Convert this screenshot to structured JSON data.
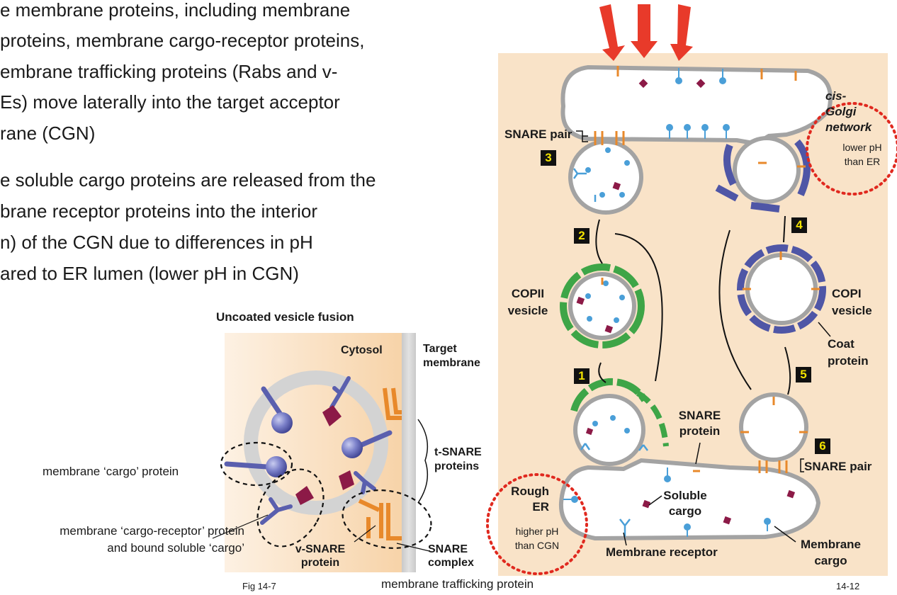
{
  "bullets": {
    "first": [
      "e membrane proteins, including membrane",
      "proteins, membrane cargo-receptor proteins,",
      "embrane trafficking proteins (Rabs and v-",
      "Es) move laterally into the target acceptor",
      "rane (CGN)"
    ],
    "second": [
      "e soluble cargo proteins are released from the",
      "brane receptor proteins into the interior",
      "n) of the CGN due to differences in pH",
      "ared to ER lumen (lower pH in CGN)"
    ]
  },
  "left_figure": {
    "title": "Uncoated vesicle fusion",
    "cytosol": "Cytosol",
    "target_membrane": "Target\nmembrane",
    "t_snare": "t-SNARE\nproteins",
    "v_snare": "v-SNARE\nprotein",
    "snare_complex": "SNARE\ncomplex",
    "cargo_protein": "membrane ‘cargo’ protein",
    "cargo_receptor": "membrane ‘cargo-receptor’ protein\nand bound soluble ‘cargo’",
    "trafficking": "membrane trafficking protein",
    "fig": "Fig 14-7"
  },
  "right_figure": {
    "cis_golgi": "cis-\nGolgi\nnetwork",
    "lower_ph": "lower pH\nthan ER",
    "snare_pair_top": "SNARE pair",
    "copii": "COPII\nvesicle",
    "copi": "COPI\nvesicle",
    "coat_protein": "Coat\nprotein",
    "snare_protein": "SNARE\nprotein",
    "snare_pair_bottom": "SNARE pair",
    "rough_er": "Rough\nER",
    "higher_ph": "higher pH\nthan CGN",
    "soluble_cargo": "Soluble\ncargo",
    "membrane_receptor": "Membrane receptor",
    "membrane_cargo": "Membrane\ncargo",
    "steps": [
      "1",
      "2",
      "3",
      "4",
      "5",
      "6"
    ],
    "fig": "14-12"
  },
  "colors": {
    "panel_bg": "#f9e3c8",
    "membrane": "#a3a3a3",
    "copii_coat": "#3ea547",
    "copi_coat": "#4f56a6",
    "snare": "#e8892b",
    "receptor": "#4a9fd8",
    "cargo": "#8c1a47",
    "arrow_red": "#e83a2a",
    "dotted_red": "#e0291f"
  }
}
